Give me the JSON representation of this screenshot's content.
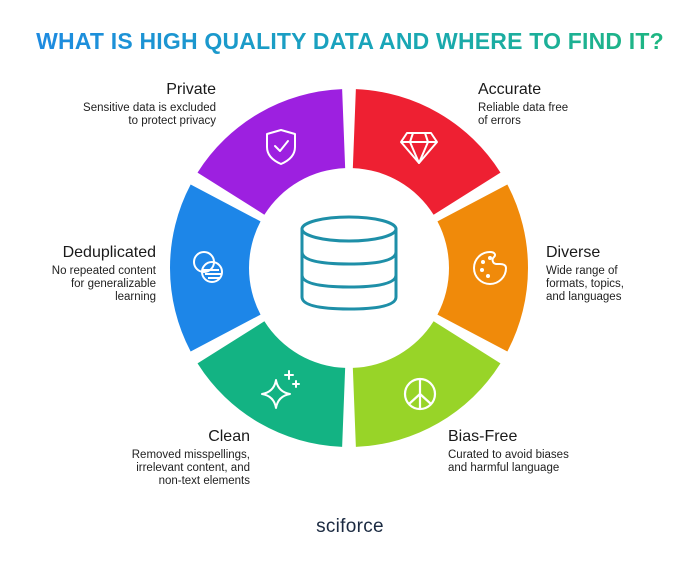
{
  "title": "WHAT IS HIGH QUALITY DATA AND WHERE TO FIND IT?",
  "colors": {
    "private": "#9d20e0",
    "accurate": "#ee2032",
    "diverse": "#f08a0a",
    "bias_free": "#98d428",
    "clean": "#13b383",
    "deduplicated": "#1d86e8",
    "center_icon": "#1e8fa8",
    "title_gradient_start": "#1e88e5",
    "title_gradient_end": "#1fb87a"
  },
  "segments": {
    "private": {
      "heading": "Private",
      "desc": [
        "Sensitive data is excluded",
        "to protect privacy"
      ],
      "icon": "shield-check-icon"
    },
    "accurate": {
      "heading": "Accurate",
      "desc": [
        "Reliable data free",
        "of errors"
      ],
      "icon": "diamond-icon"
    },
    "diverse": {
      "heading": "Diverse",
      "desc": [
        "Wide range of",
        "formats, topics,",
        "and languages"
      ],
      "icon": "palette-icon"
    },
    "bias_free": {
      "heading": "Bias-Free",
      "desc": [
        "Curated to avoid biases",
        "and harmful language"
      ],
      "icon": "peace-icon"
    },
    "clean": {
      "heading": "Clean",
      "desc": [
        "Removed misspellings,",
        "irrelevant content, and",
        "non-text elements"
      ],
      "icon": "sparkles-icon"
    },
    "deduplicated": {
      "heading": "Deduplicated",
      "desc": [
        "No repeated content",
        "for generalizable",
        "learning"
      ],
      "icon": "overlap-circles-icon"
    }
  },
  "center_icon": "database-icon",
  "logo": "sciforce"
}
